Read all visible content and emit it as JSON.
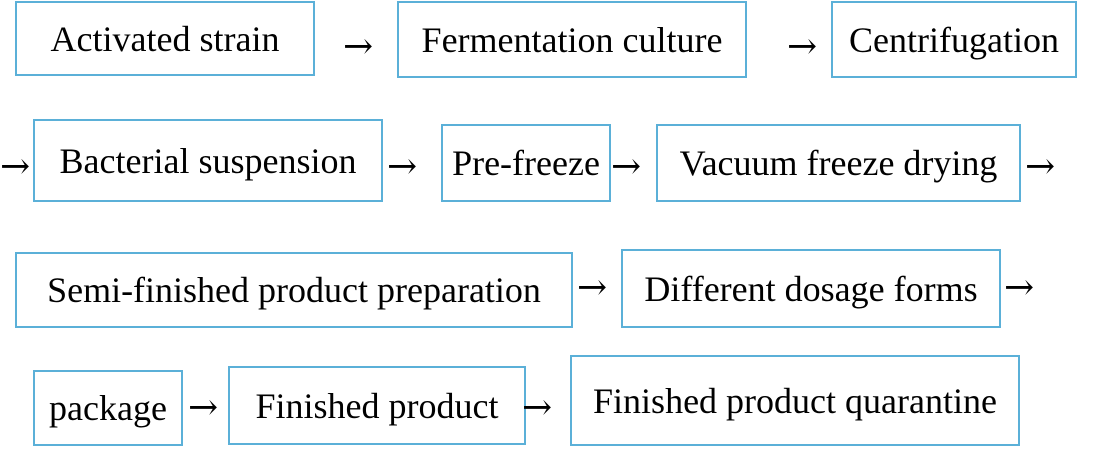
{
  "steps": [
    "Activated strain",
    "Fermentation culture",
    "Centrifugation",
    "Bacterial suspension",
    "Pre-freeze",
    "Vacuum freeze drying",
    "Semi-finished product preparation",
    "Different dosage forms",
    "package",
    "Finished product",
    "Finished product quarantine"
  ],
  "arrow": "→",
  "colors": {
    "box_border": "#5bb0d8",
    "text": "#000000",
    "background": "#ffffff"
  }
}
